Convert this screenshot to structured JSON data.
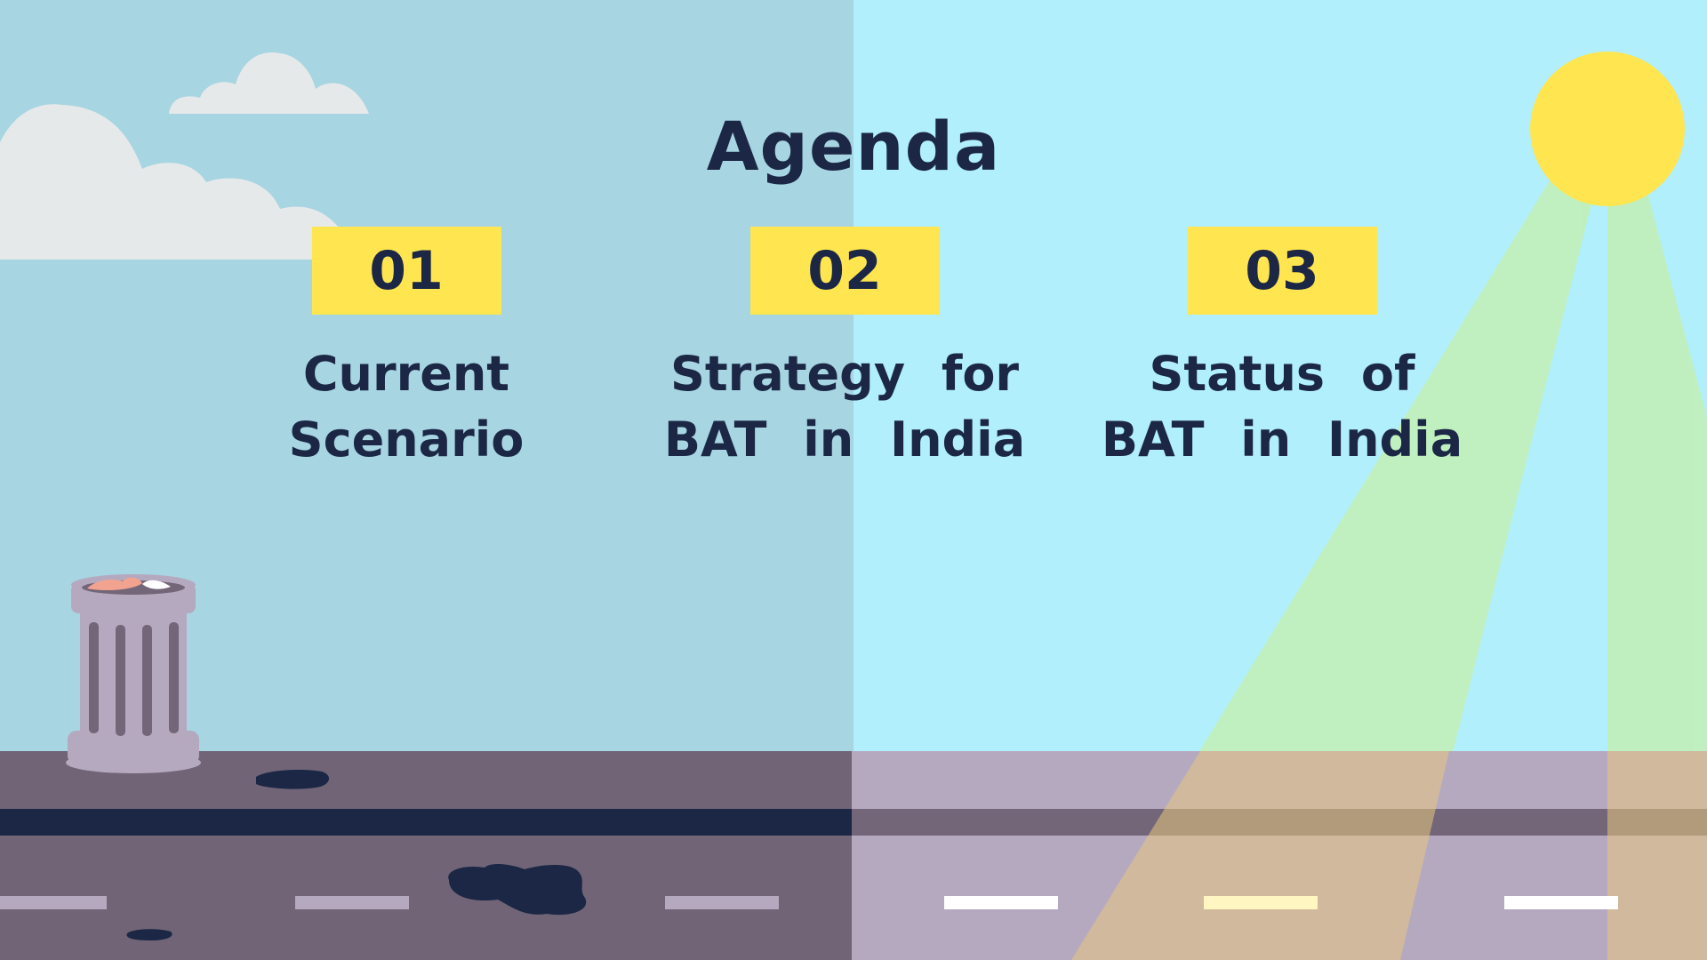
{
  "title": "Agenda",
  "items": [
    {
      "number": "01",
      "line1": "Current",
      "line2": "Scenario"
    },
    {
      "number": "02",
      "line1": "Strategy for",
      "line2": "BAT in India"
    },
    {
      "number": "03",
      "line1": "Status of",
      "line2": "BAT in India"
    }
  ],
  "colors": {
    "sky_left": "#a7d5e2",
    "sky_right": "#b1effc",
    "text": "#1b2745",
    "badge": "#ffe54f",
    "sun": "#ffe54f",
    "road_left": "#706476",
    "road_right": "#b5a9c0",
    "cloud": "#e6e9ea",
    "bin": "#b5a9c0"
  },
  "icons": [
    "cloud-icon",
    "sun-icon",
    "trash-bin-icon",
    "road-illustration"
  ]
}
